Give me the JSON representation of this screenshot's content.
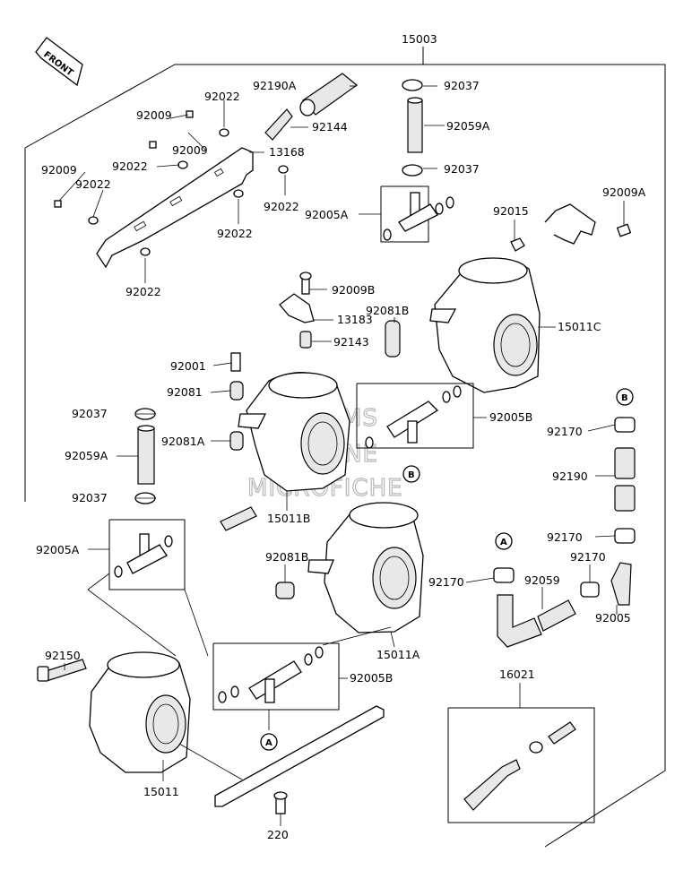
{
  "front_label": "FRONT",
  "watermark": [
    "MSMS",
    "ONLINE",
    "MICROFICHE"
  ],
  "callouts": {
    "a": "A",
    "b": "B"
  },
  "parts": {
    "assembly": "15003",
    "p92190A": "92190A",
    "p92037_top": "92037",
    "p92022_a": "92022",
    "p92144": "92144",
    "p92059A_top": "92059A",
    "p92009_a": "92009",
    "p92009_b": "92009",
    "p13168": "13168",
    "p92022_b": "92022",
    "p92037_b": "92037",
    "p92009_c": "92009",
    "p92022_c": "92022",
    "p92022_d": "92022",
    "p92005A_top": "92005A",
    "p92009A": "92009A",
    "p92015": "92015",
    "p92022_e": "92022",
    "p92022_f": "92022",
    "p92009B": "92009B",
    "p13183": "13183",
    "p92081B_top": "92081B",
    "p15011C": "15011C",
    "p92143": "92143",
    "p92001": "92001",
    "p92081": "92081",
    "p92037_c": "92037",
    "p92005B_top": "92005B",
    "p92081A": "92081A",
    "p92170_a": "92170",
    "p92059A_left": "92059A",
    "p15011B": "15011B",
    "p92190": "92190",
    "p92037_d": "92037",
    "p92005A_left": "92005A",
    "p92170_b": "92170",
    "p92081B_mid": "92081B",
    "p92170_c": "92170",
    "p92170_d": "92170",
    "p92059": "92059",
    "p92005": "92005",
    "p92150": "92150",
    "p15011A": "15011A",
    "p92005B_bot": "92005B",
    "p16021": "16021",
    "p15011": "15011",
    "p220": "220"
  }
}
